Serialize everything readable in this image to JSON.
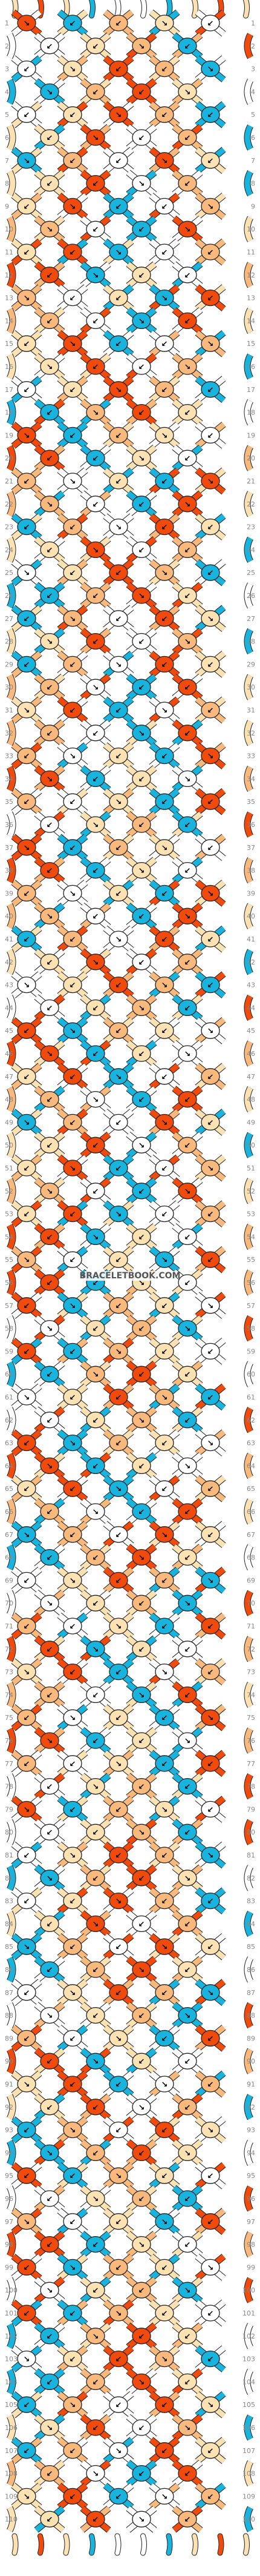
{
  "watermark": "BRACELETBOOK.COM",
  "rows": 110,
  "knots_per_row": [
    5,
    4
  ],
  "strings": 10,
  "colors": {
    "orange_red": "#f04a0c",
    "light_orange": "#f9b87c",
    "cream": "#fce1b3",
    "cyan": "#18b4de",
    "white": "#ffffff",
    "outline": "#222222",
    "label": "#888888"
  },
  "string_order": [
    "cream",
    "orange_red",
    "cream",
    "cyan",
    "white",
    "white",
    "cyan",
    "cream",
    "orange_red",
    "cream"
  ],
  "row_labels": [
    "1",
    "2",
    "3",
    "4",
    "5",
    "6",
    "7",
    "8",
    "9",
    "10",
    "11",
    "12",
    "13",
    "14",
    "15",
    "16",
    "17",
    "18",
    "19",
    "20",
    "21",
    "22",
    "23",
    "24",
    "25",
    "26",
    "27",
    "28",
    "29",
    "30",
    "31",
    "32",
    "33",
    "34",
    "35",
    "36",
    "37",
    "38",
    "39",
    "40",
    "41",
    "42",
    "43",
    "44",
    "45",
    "46",
    "47",
    "48",
    "49",
    "50",
    "51",
    "52",
    "53",
    "54",
    "55",
    "56",
    "57",
    "58",
    "59",
    "60",
    "61",
    "62",
    "63",
    "64",
    "65",
    "66",
    "67",
    "68",
    "69",
    "70",
    "71",
    "72",
    "73",
    "74",
    "75",
    "76",
    "77",
    "78",
    "79",
    "80",
    "81",
    "82",
    "83",
    "84",
    "85",
    "86",
    "87",
    "88",
    "89",
    "90",
    "91",
    "92",
    "93",
    "94",
    "95",
    "96",
    "97",
    "98",
    "99",
    "100",
    "101",
    "102",
    "103",
    "104",
    "105",
    "106",
    "107",
    "108",
    "109",
    "110"
  ]
}
